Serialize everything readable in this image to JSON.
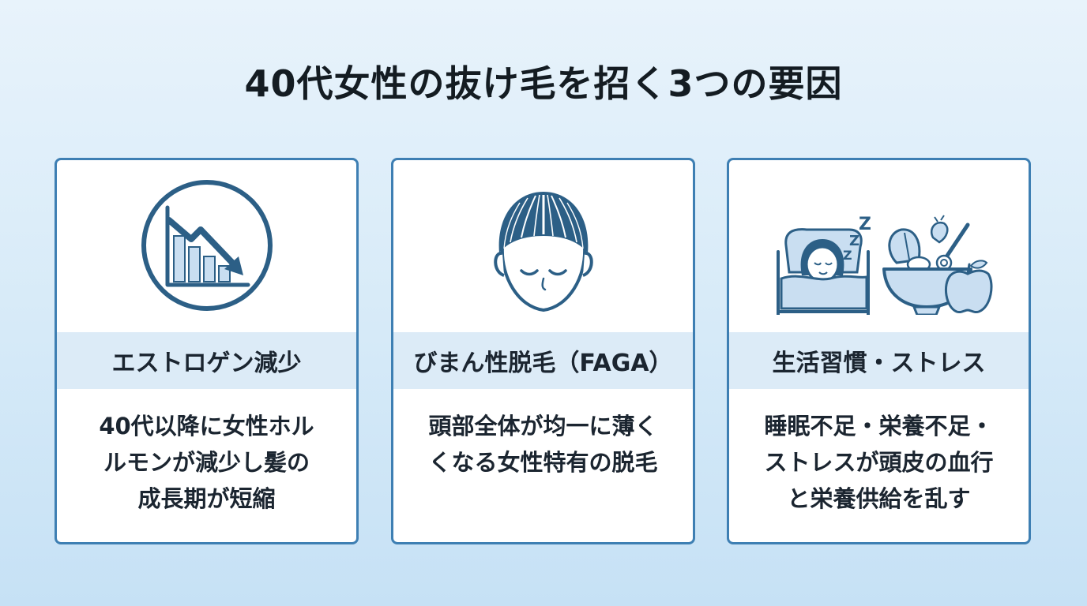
{
  "title": "40代女性の抜け毛を招く3つの要因",
  "cards": [
    {
      "icon": "declining-chart-icon",
      "heading": "エストロゲン減少",
      "lines": [
        "40代以降に女性ホル",
        "ルモンが減少し髪の",
        "成長期が短縮"
      ]
    },
    {
      "icon": "thinning-hair-head-icon",
      "heading": "びまん性脱毛（FAGA）",
      "lines": [
        "頭部全体が均一に薄く",
        "くなる女性特有の脱毛"
      ]
    },
    {
      "icon": "sleep-and-food-icon",
      "heading": "生活習慣・ストレス",
      "lines": [
        "睡眠不足・栄養不足・",
        "ストレスが頭皮の血行",
        "と栄養供給を乱す"
      ]
    }
  ],
  "colors": {
    "accent": "#3e7fb3",
    "icon_dark": "#2c5f86",
    "band": "#dcebf7",
    "icon_fill": "#c9def1"
  }
}
